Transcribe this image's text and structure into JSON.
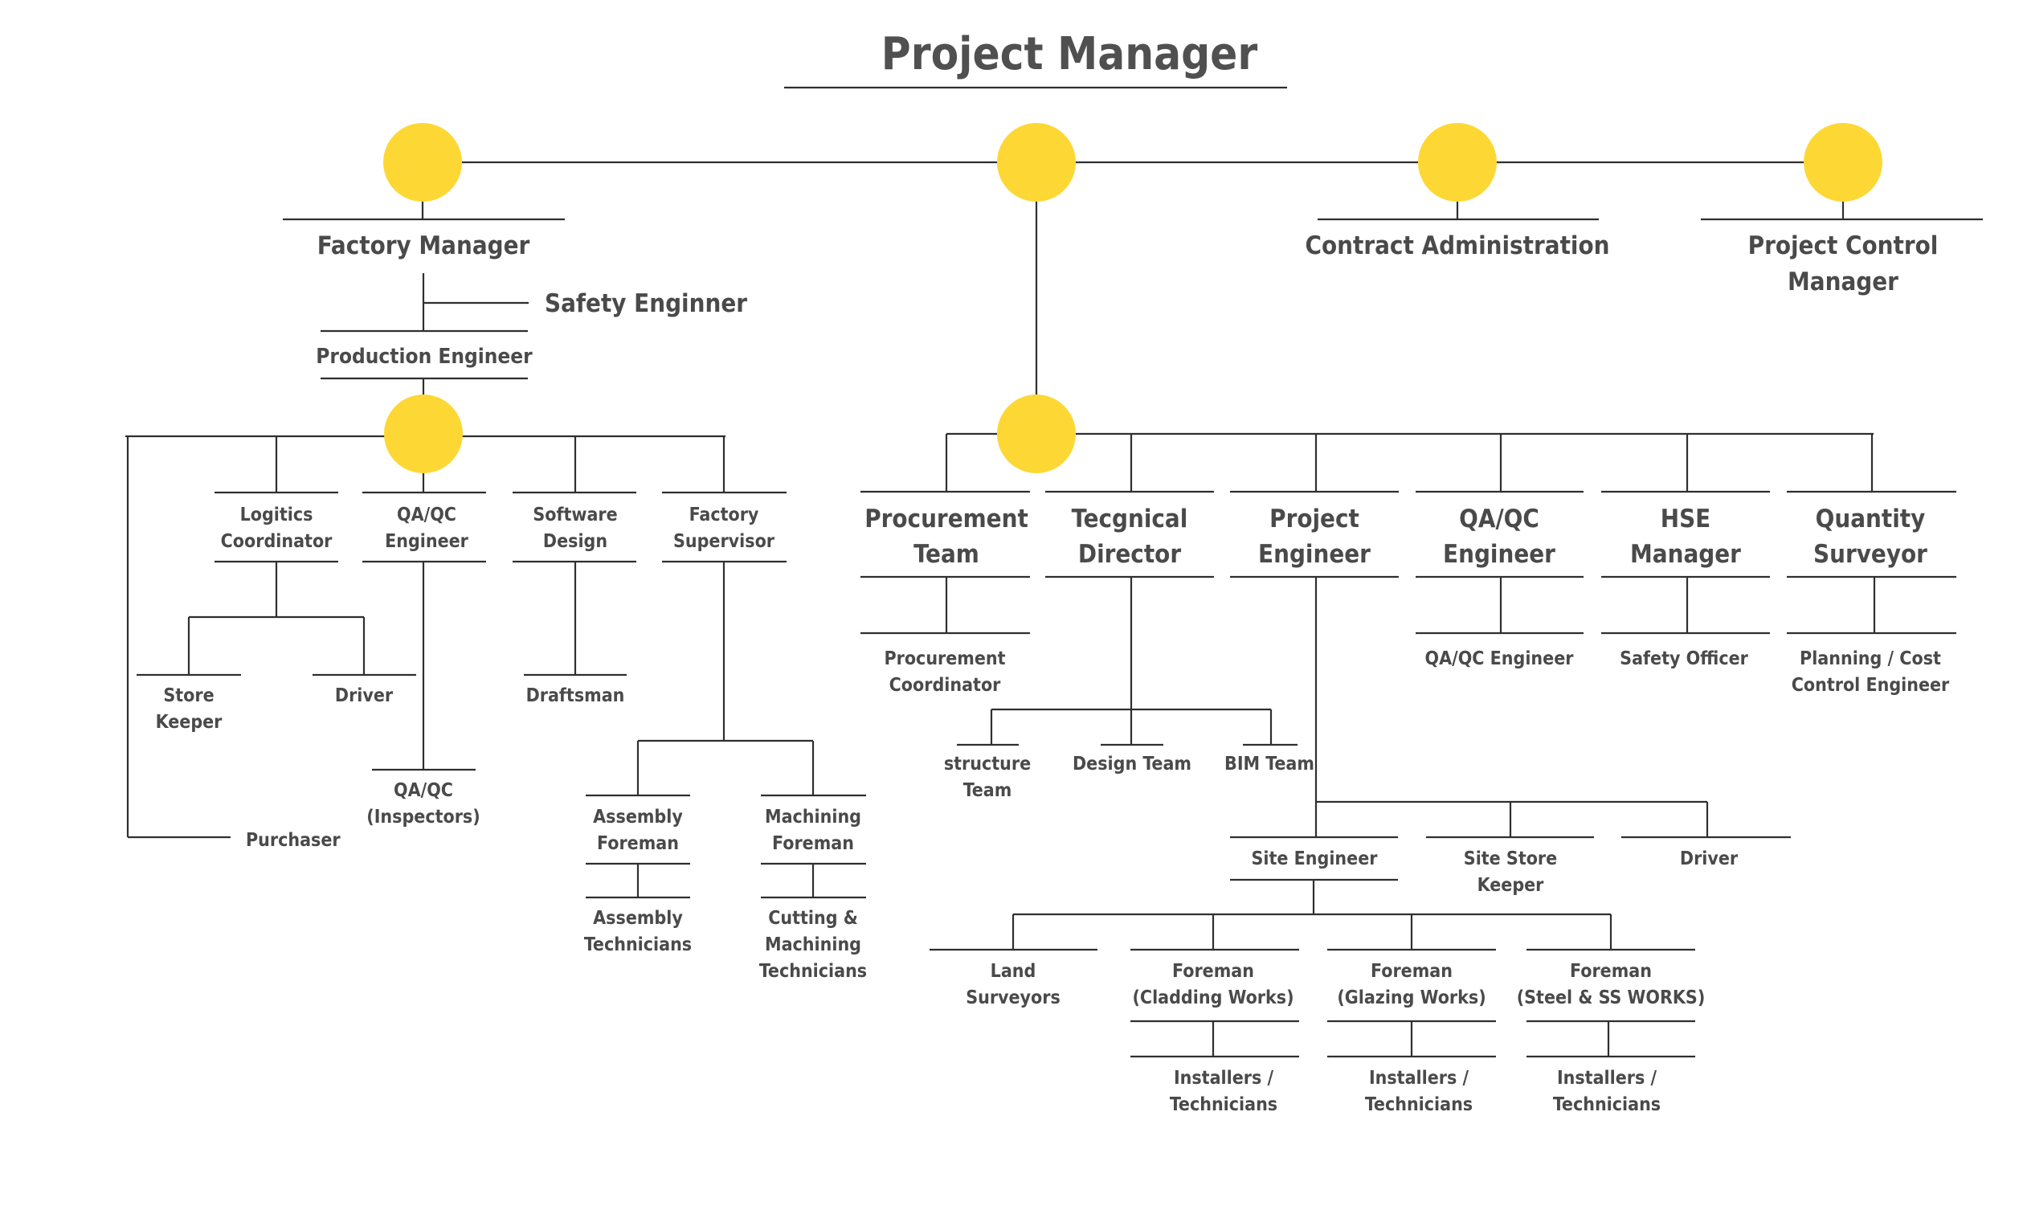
{
  "title": "Project Manager",
  "roles": {
    "factory_manager": "Factory Manager",
    "safety_engineer": "Safety Enginner",
    "production_engineer": "Production Engineer",
    "contract_administration": "Contract Administration",
    "project_control_manager": [
      "Project Control",
      "Manager"
    ],
    "logistics_coordinator": [
      "Logitics",
      "Coordinator"
    ],
    "factory_qaqc_engineer": [
      "QA/QC",
      "Engineer"
    ],
    "software_design": [
      "Software",
      "Design"
    ],
    "factory_supervisor": [
      "Factory",
      "Supervisor"
    ],
    "store_keeper": [
      "Store",
      "Keeper"
    ],
    "driver_factory": "Driver",
    "draftsman": "Draftsman",
    "qaqc_inspectors": [
      "QA/QC",
      "(Inspectors)"
    ],
    "purchaser": "Purchaser",
    "assembly_foreman": [
      "Assembly",
      "Foreman"
    ],
    "machining_foreman": [
      "Machining",
      "Foreman"
    ],
    "assembly_technicians": [
      "Assembly",
      "Technicians"
    ],
    "cutting_machining_technicians": [
      "Cutting &",
      "Machining",
      "Technicians"
    ],
    "procurement_team": [
      "Procurement",
      "Team"
    ],
    "technical_director": [
      "Tecgnical",
      "Director"
    ],
    "project_engineer": [
      "Project",
      "Engineer"
    ],
    "site_qaqc_engineer": [
      "QA/QC",
      "Engineer"
    ],
    "hse_manager": [
      "HSE",
      "Manager"
    ],
    "quantity_surveyor": [
      "Quantity",
      "Surveyor"
    ],
    "procurement_coordinator": [
      "Procurement",
      "Coordinator"
    ],
    "qaqc_engineer_sub": "QA/QC Engineer",
    "safety_officer": "Safety Officer",
    "planning_cost_control": [
      "Planning / Cost",
      "Control Engineer"
    ],
    "structure_team": [
      "structure",
      "Team"
    ],
    "design_team": "Design Team",
    "bim_team": "BIM Team",
    "site_engineer": "Site Engineer",
    "site_store_keeper": [
      "Site Store",
      "Keeper"
    ],
    "driver_site": "Driver",
    "land_surveyors": [
      "Land",
      "Surveyors"
    ],
    "foreman_cladding": [
      "Foreman",
      "(Cladding Works)"
    ],
    "foreman_glazing": [
      "Foreman",
      "(Glazing Works)"
    ],
    "foreman_steel": [
      "Foreman",
      "(Steel & SS WORKS)"
    ],
    "installers_cladding": [
      "Installers /",
      "Technicians"
    ],
    "installers_glazing": [
      "Installers /",
      "Technicians"
    ],
    "installers_steel": [
      "Installers /",
      "Technicians"
    ]
  },
  "colors": {
    "node": "#fdd835",
    "line": "#2f2f2f",
    "text": "#4a4a4a"
  }
}
